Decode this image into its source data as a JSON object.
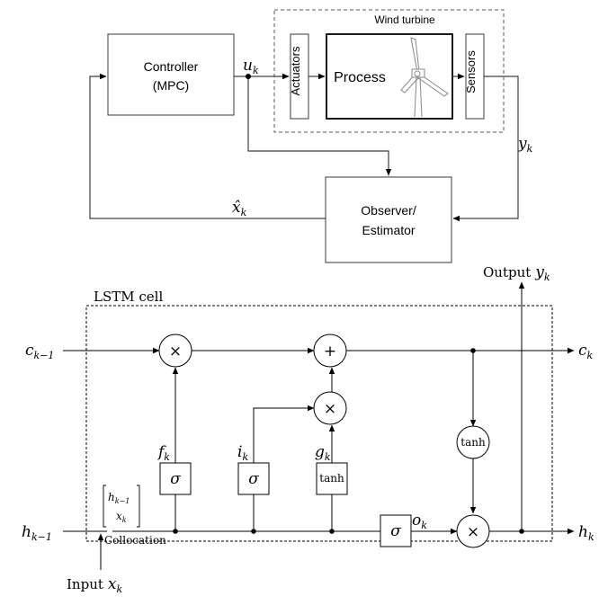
{
  "top": {
    "controller_line1": "Controller",
    "controller_line2": "(MPC)",
    "u_k": {
      "base": "u",
      "sub": "k"
    },
    "wind_turbine_label": "Wind turbine",
    "actuators": "Actuators",
    "process": "Process",
    "sensors": "Sensors",
    "y_k": {
      "base": "y",
      "sub": "k"
    },
    "x_hat_k": {
      "base": "x̂",
      "sub": "k"
    },
    "observer_line1": "Observer/",
    "observer_line2": "Estimator"
  },
  "bottom": {
    "output_label": "Output",
    "output_var": {
      "base": "y",
      "sub": "k"
    },
    "lstm_cell_label": "LSTM cell",
    "c_prev": {
      "base": "c",
      "sub": "k−1"
    },
    "c_next": {
      "base": "c",
      "sub": "k"
    },
    "h_prev": {
      "base": "h",
      "sub": "k−1"
    },
    "h_next": {
      "base": "h",
      "sub": "k"
    },
    "forget_label": {
      "base": "f",
      "sub": "k"
    },
    "input_gate_label": {
      "base": "i",
      "sub": "k"
    },
    "candidate_label": {
      "base": "g",
      "sub": "k"
    },
    "output_gate_label": {
      "base": "o",
      "sub": "k"
    },
    "times": "×",
    "plus": "+",
    "sigma": "σ",
    "tanh": "tanh",
    "collocation": "Collocation",
    "vec_top": {
      "base": "h",
      "sub": "k−1"
    },
    "vec_bottom": {
      "base": "x",
      "sub": "k"
    },
    "input_label": "Input",
    "input_var": {
      "base": "x",
      "sub": "k"
    }
  }
}
